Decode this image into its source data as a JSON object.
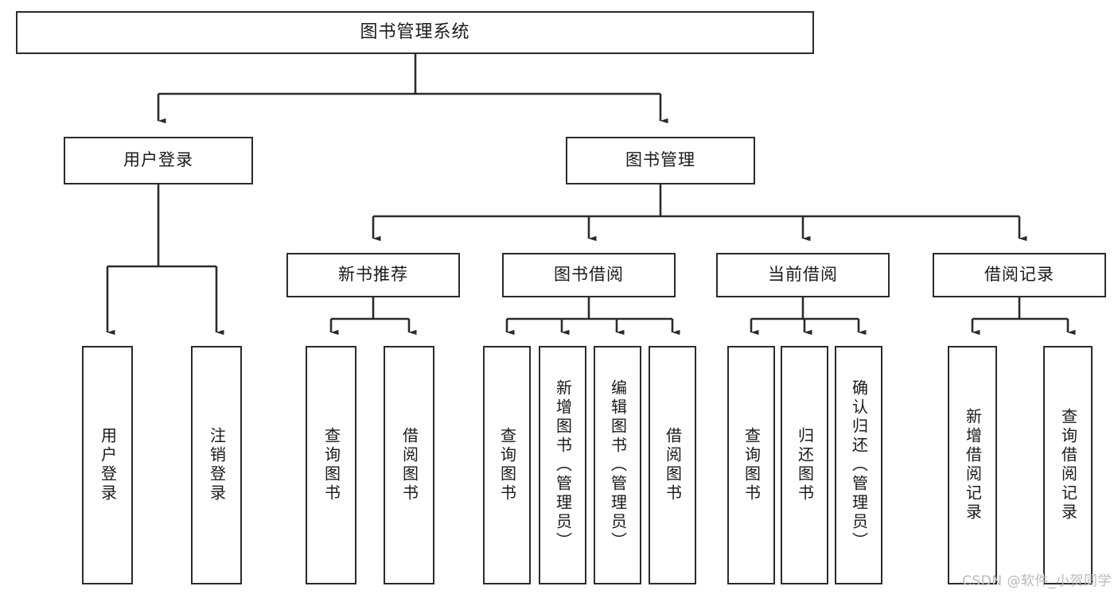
{
  "diagram": {
    "title": "图书管理系统",
    "type": "tree",
    "watermark": "CSDN @软件_小贺同学",
    "colors": {
      "stroke": "#2b2b2b",
      "fill": "#ffffff",
      "text": "#1a1a1a",
      "watermark": "#b9b9b9"
    },
    "root": {
      "label": "图书管理系统"
    },
    "level1": [
      {
        "label": "用户登录"
      },
      {
        "label": "图书管理"
      }
    ],
    "level2": [
      {
        "label": "新书推荐"
      },
      {
        "label": "图书借阅"
      },
      {
        "label": "当前借阅"
      },
      {
        "label": "借阅记录"
      }
    ],
    "leaves": {
      "user_login": [
        {
          "label": "用户登录"
        },
        {
          "label": "注销登录"
        }
      ],
      "new_book": [
        {
          "label": "查询图书"
        },
        {
          "label": "借阅图书"
        }
      ],
      "borrow": [
        {
          "label": "查询图书"
        },
        {
          "label": "新增图书（管理员）"
        },
        {
          "label": "编辑图书（管理员）"
        },
        {
          "label": "借阅图书"
        }
      ],
      "current": [
        {
          "label": "查询图书"
        },
        {
          "label": "归还图书"
        },
        {
          "label": "确认归还（管理员）"
        }
      ],
      "records": [
        {
          "label": "新增借阅记录"
        },
        {
          "label": "查询借阅记录"
        }
      ]
    }
  }
}
